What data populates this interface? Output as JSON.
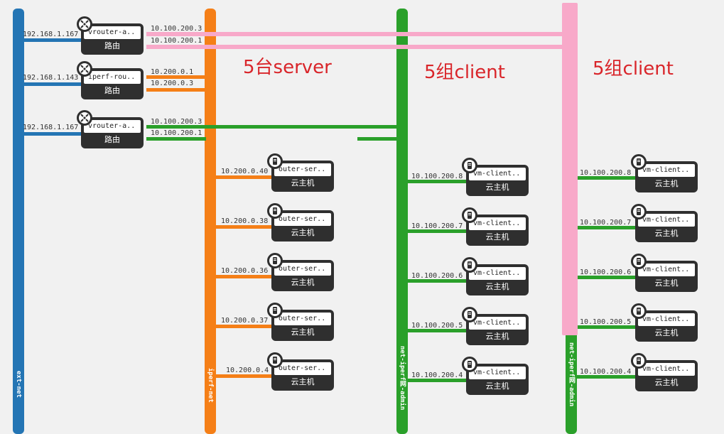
{
  "colors": {
    "ext": "#2475b4",
    "iperf": "#f57f17",
    "green": "#2aa02a",
    "pink": "#f8a9c9"
  },
  "networks": {
    "ext": "ext-net",
    "iperf": "iperf-net",
    "admin1": "net-iperf网-admin",
    "admin2": "net-iperf网-admin"
  },
  "annotations": {
    "servers": "5台server",
    "clients1": "5组client",
    "clients2": "5组client"
  },
  "routers": [
    {
      "name": "vrouter-a..",
      "type": "路由",
      "ext_ip": "192.168.1.167",
      "ip_a": "10.100.200.3",
      "ip_b": "10.100.200.1"
    },
    {
      "name": "iperf-rou..",
      "type": "路由",
      "ext_ip": "192.168.1.143",
      "ip_a": "10.200.0.1",
      "ip_b": "10.200.0.3"
    },
    {
      "name": "vrouter-a..",
      "type": "路由",
      "ext_ip": "192.168.1.167",
      "ip_a": "10.100.200.3",
      "ip_b": "10.100.200.1"
    }
  ],
  "servers": [
    {
      "name": "outer-ser..",
      "type": "云主机",
      "ip": "10.200.0.40"
    },
    {
      "name": "outer-ser..",
      "type": "云主机",
      "ip": "10.200.0.38"
    },
    {
      "name": "outer-ser..",
      "type": "云主机",
      "ip": "10.200.0.36"
    },
    {
      "name": "outer-ser..",
      "type": "云主机",
      "ip": "10.200.0.37"
    },
    {
      "name": "outer-ser..",
      "type": "云主机",
      "ip": "10.200.0.4"
    }
  ],
  "clients_a": [
    {
      "name": "vm-client..",
      "type": "云主机",
      "ip": "10.100.200.8"
    },
    {
      "name": "vm-client..",
      "type": "云主机",
      "ip": "10.100.200.7"
    },
    {
      "name": "vm-client..",
      "type": "云主机",
      "ip": "10.100.200.6"
    },
    {
      "name": "vm-client..",
      "type": "云主机",
      "ip": "10.100.200.5"
    },
    {
      "name": "vm-client..",
      "type": "云主机",
      "ip": "10.100.200.4"
    }
  ],
  "clients_b": [
    {
      "name": "vm-client..",
      "type": "云主机",
      "ip": "10.100.200.8"
    },
    {
      "name": "vm-client..",
      "type": "云主机",
      "ip": "10.100.200.7"
    },
    {
      "name": "vm-client..",
      "type": "云主机",
      "ip": "10.100.200.6"
    },
    {
      "name": "vm-client..",
      "type": "云主机",
      "ip": "10.100.200.5"
    },
    {
      "name": "vm-client..",
      "type": "云主机",
      "ip": "10.100.200.4"
    }
  ]
}
